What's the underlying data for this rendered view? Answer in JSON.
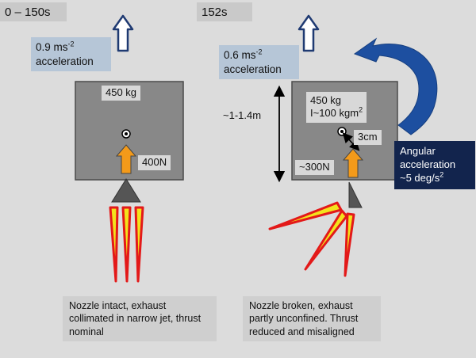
{
  "left": {
    "header": "0 – 150s",
    "accel_value": "0.9 ms",
    "accel_exp": "-2",
    "accel_word": "acceleration",
    "mass": "450 kg",
    "thrust": "400N",
    "note": "Nozzle intact, exhaust collimated in narrow jet, thrust nominal"
  },
  "right": {
    "header": "152s",
    "accel_value": "0.6 ms",
    "accel_exp": "-2",
    "accel_word": "acceleration",
    "height": "~1-1.4m",
    "mass": "450 kg",
    "inertia": "I~100 kgm",
    "inertia_exp": "2",
    "offset": "3cm",
    "thrust": "~300N",
    "angular_line1": "Angular acceleration",
    "angular_value": "~5 deg/s",
    "angular_exp": "2",
    "note": "Nozzle broken, exhaust partly unconfined. Thrust reduced and misaligned"
  },
  "colors": {
    "background": "#dcdcdc",
    "spacecraft_body": "#888888",
    "up_arrow_outline": "#1f3a72",
    "thrust_arrow": "#f39a1a",
    "flame_fill": "#f3e21c",
    "flame_outline": "#e31919",
    "rotation_arrow": "#1d4fa0",
    "angular_box": "#12244d",
    "accel_box": "#b6c6d7"
  },
  "icons": {
    "up_arrow": "hollow-up-arrow-icon",
    "center_of_mass": "center-of-mass-icon",
    "rotation": "curved-rotation-arrow-icon"
  }
}
